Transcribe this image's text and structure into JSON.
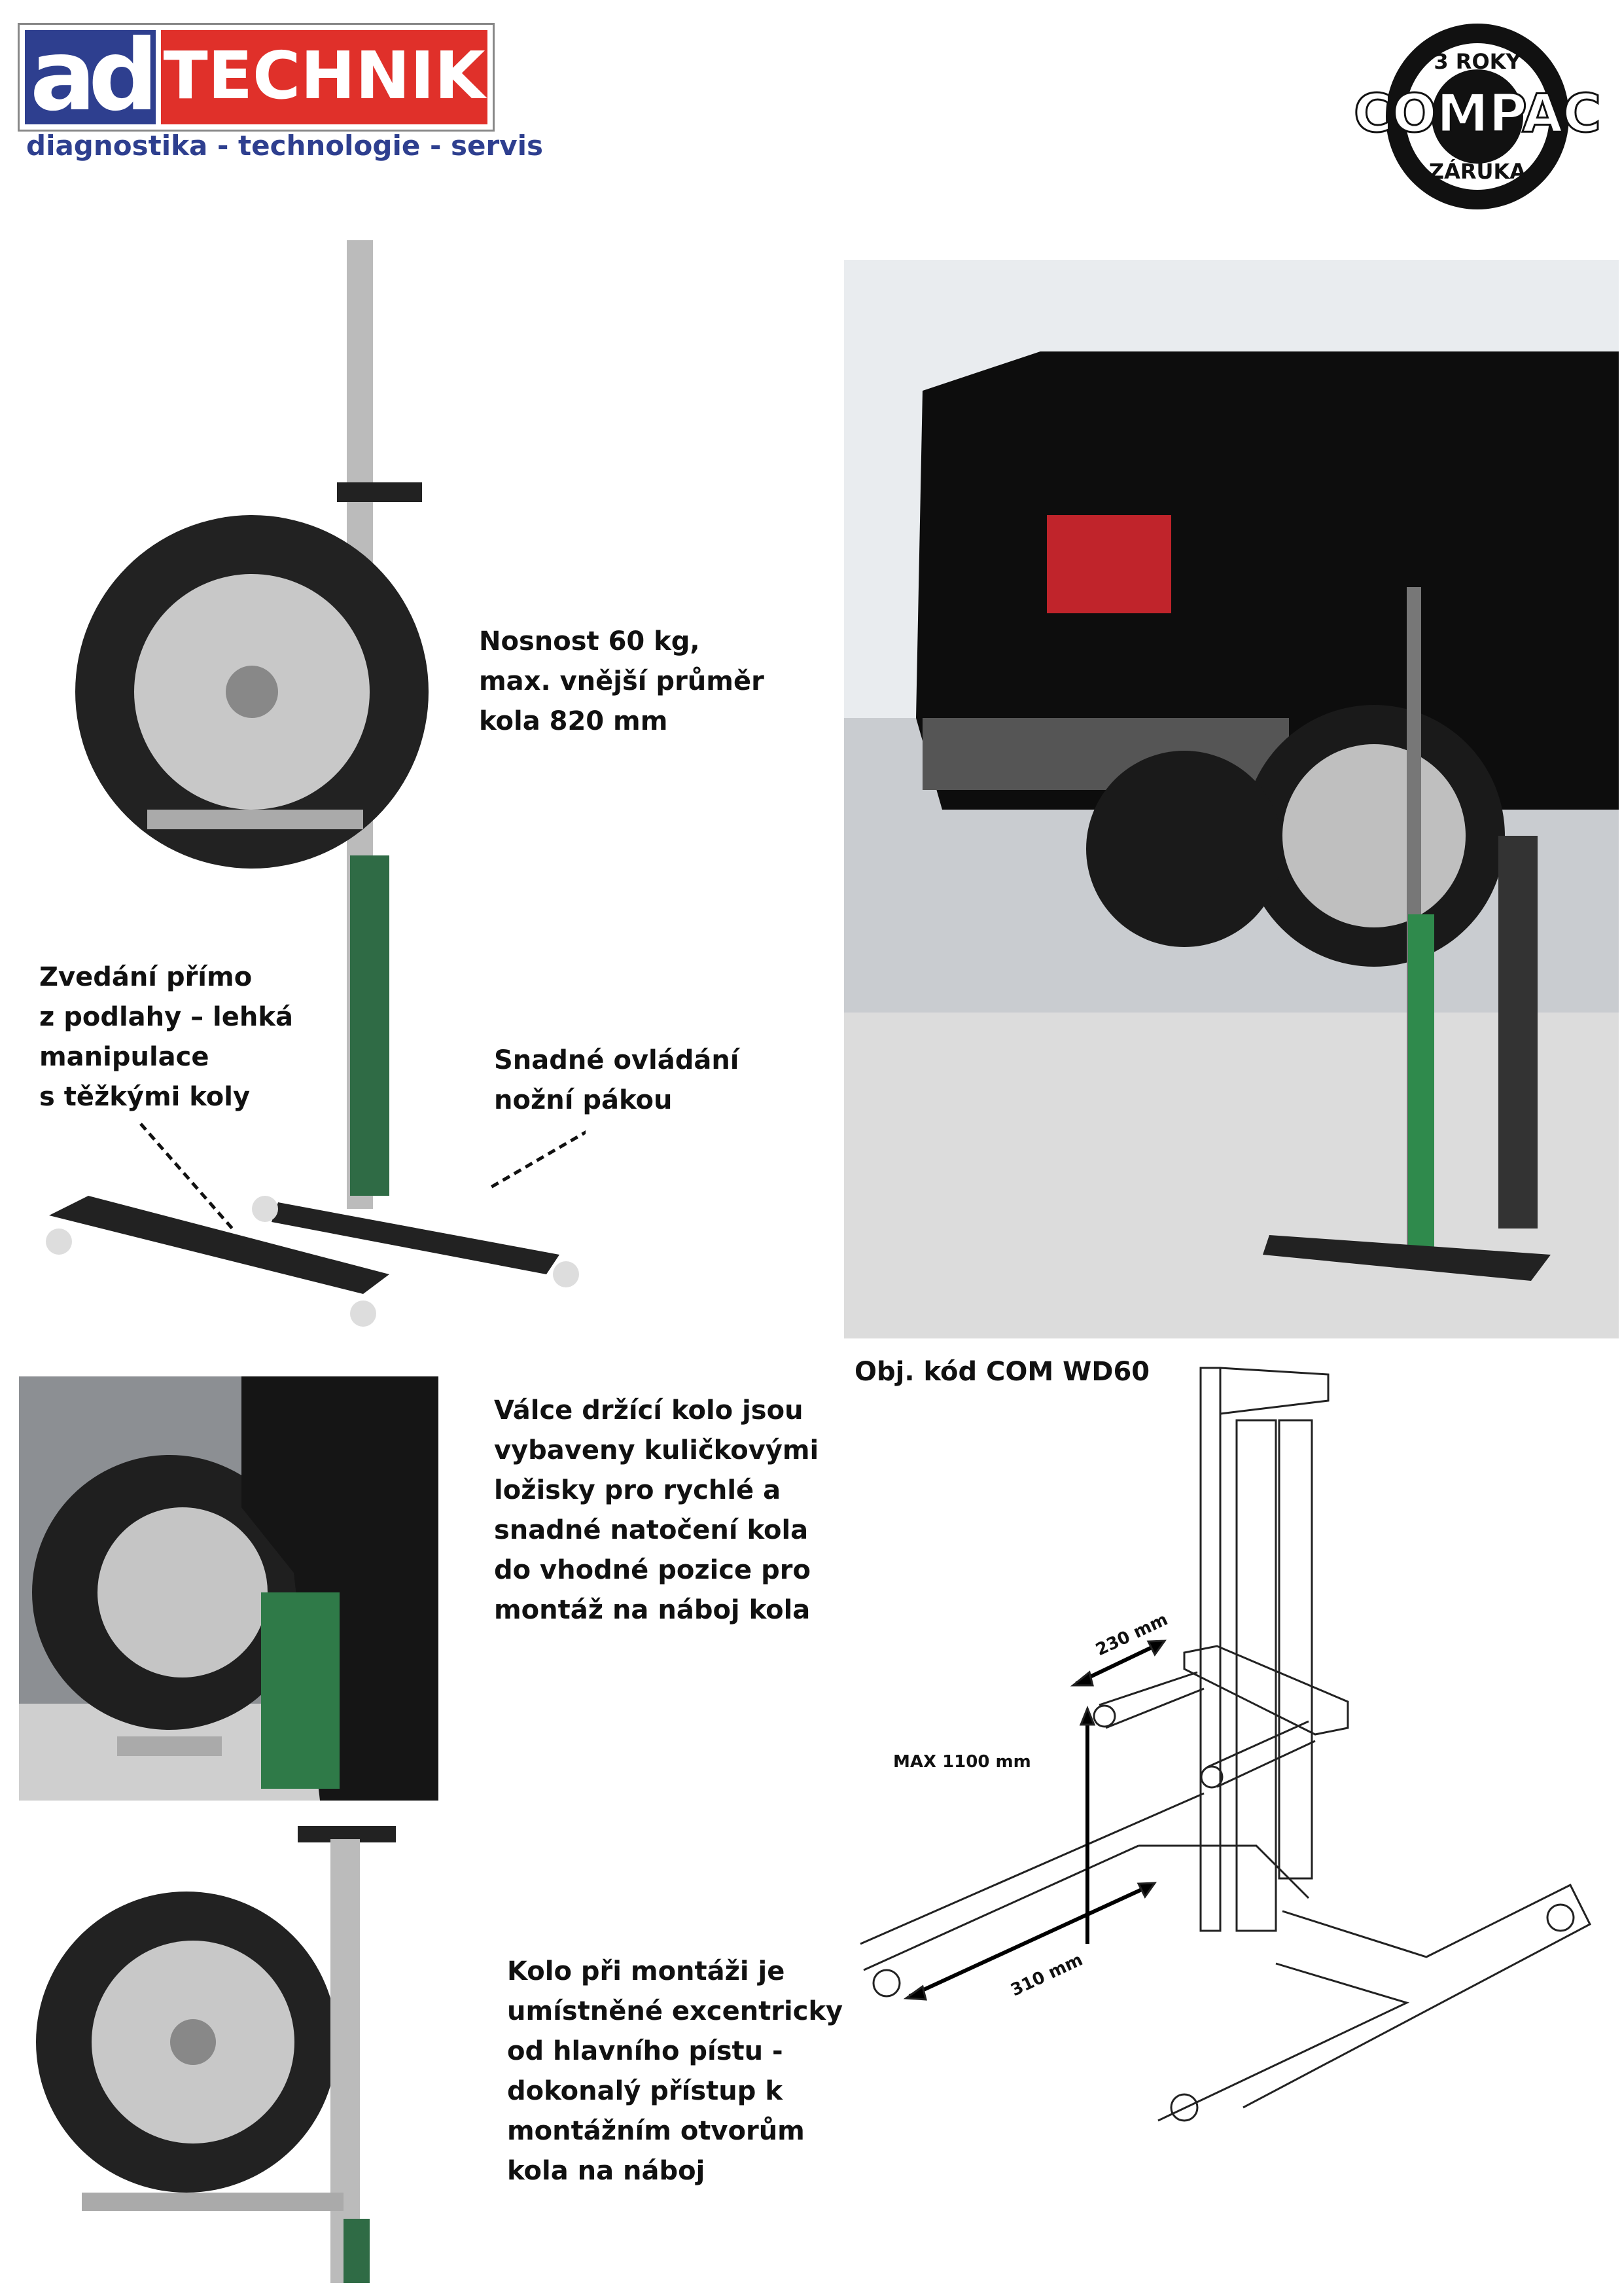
{
  "header": {
    "ad_logo": {
      "mark": "ad",
      "name": "TECHNIK",
      "tagline": "diagnostika - technologie - servis"
    },
    "compac_logo": {
      "top": "3 ROKY",
      "name": "COMPAC",
      "bottom": "ZÁRUKA"
    }
  },
  "features": {
    "capacity": "Nosnost 60 kg,\nmax. vnější průměr\nkola 820 mm",
    "floor_lift": "Zvedání přímo\nz podlahy – lehká\nmanipulace\ns těžkými koly",
    "foot_pedal": "Snadné ovládání\nnožní pákou",
    "rollers": "Válce držící kolo jsou\nvybaveny kuličkovými\nložisky pro rychlé a\nsnadné natočení kola\ndo vhodné pozice pro\nmontáž na náboj kola",
    "eccentric": "Kolo při montáži je\numístněné excentricky\nod hlavního pístu -\ndokonalý přístup k\nmontážním otvorům\nkola na náboj"
  },
  "product": {
    "order_code": "Obj. kód COM WD60"
  },
  "diagram": {
    "width_label": "230 mm",
    "height_label": "MAX 1100 mm",
    "depth_label": "310 mm"
  }
}
